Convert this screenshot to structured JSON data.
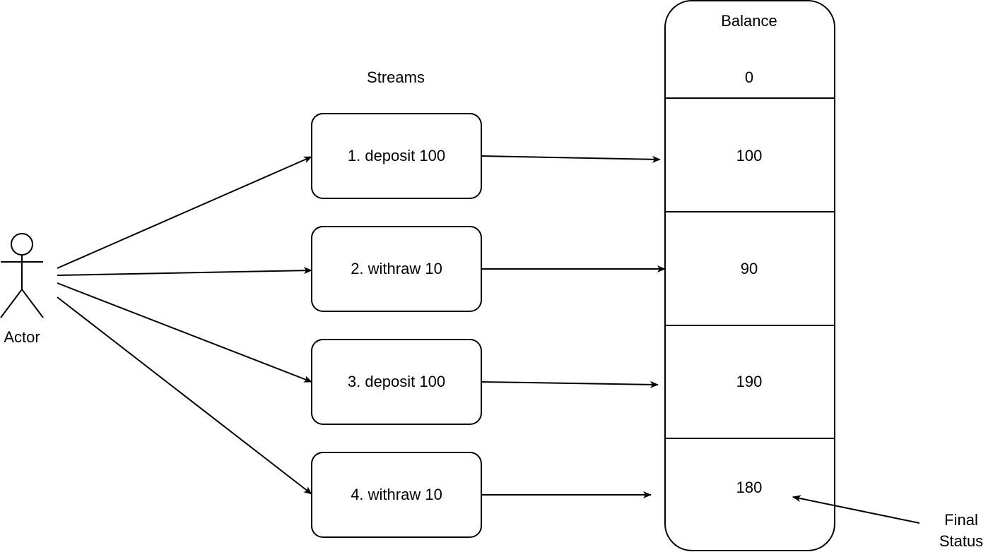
{
  "actor": {
    "label": "Actor"
  },
  "streams": {
    "title": "Streams",
    "items": [
      {
        "label": "1. deposit 100"
      },
      {
        "label": "2. withraw 10"
      },
      {
        "label": "3. deposit 100"
      },
      {
        "label": "4. withraw 10"
      }
    ]
  },
  "balance": {
    "title": "Balance",
    "values": [
      "0",
      "100",
      "90",
      "190",
      "180"
    ]
  },
  "final_status": {
    "line1": "Final",
    "line2": "Status"
  }
}
